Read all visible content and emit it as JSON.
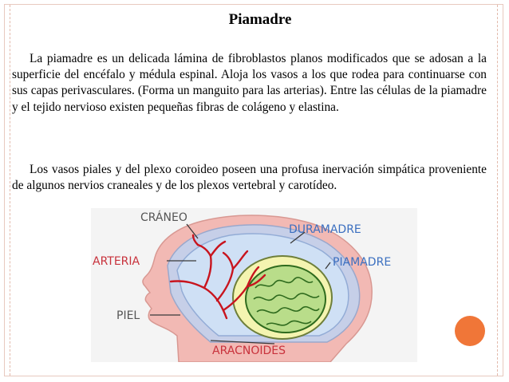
{
  "slide": {
    "title": "Piamadre",
    "paragraph_1": "La piamadre es un delicada lámina de fibroblastos planos modificados que se adosan a la superficie del encéfalo y médula espinal. Aloja los vasos a los que rodea para continuarse con sus capas perivasculares. (Forma un manguito para las arterias). Entre las células de la piamadre y el tejido nervioso existen pequeñas fibras de colágeno y elastina.",
    "paragraph_2": "Los vasos piales y del plexo coroideo poseen una profusa inervación simpática proveniente de algunos nervios craneales y de los plexos vertebral y carotídeo."
  },
  "diagram": {
    "labels": {
      "craneo": "CRÁNEO",
      "duramadre": "DURAMADRE",
      "arteria": "ARTERIA",
      "piamadre": "PIAMADRE",
      "piel": "PIEL",
      "aracnoides": "ARACNOIDES"
    },
    "colors": {
      "background": "#f4f4f4",
      "skin": "#f2b9b4",
      "skull": "#c6cfe8",
      "dura": "#cfe0f5",
      "pia": "#f4f4b0",
      "brain": "#b9dd8a",
      "artery": "#c8141e",
      "label_blue": "#3b6fc0",
      "label_red": "#c8323c",
      "label_gray": "#555555",
      "accent_dot": "#f07638"
    }
  }
}
